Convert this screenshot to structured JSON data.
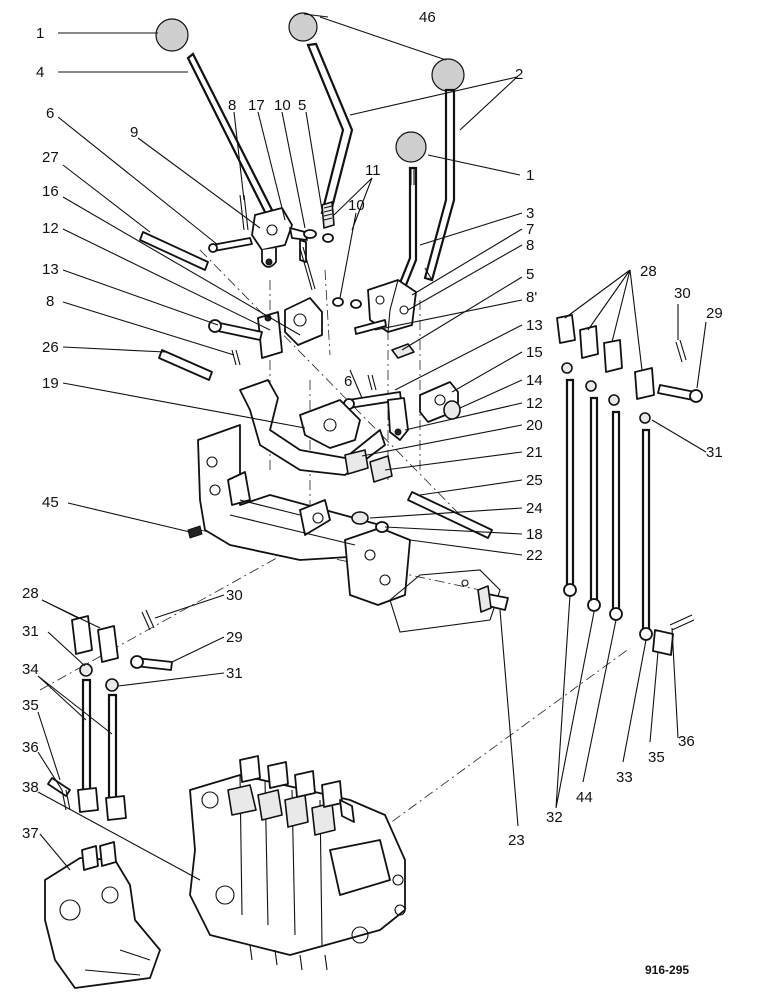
{
  "figure_ref": "916-295",
  "callouts": [
    {
      "id": "c1a",
      "text": "1"
    },
    {
      "id": "c46",
      "text": "46"
    },
    {
      "id": "c4",
      "text": "4"
    },
    {
      "id": "c2",
      "text": "2"
    },
    {
      "id": "c8a",
      "text": "8"
    },
    {
      "id": "c17",
      "text": "17"
    },
    {
      "id": "c10a",
      "text": "10"
    },
    {
      "id": "c5a",
      "text": "5"
    },
    {
      "id": "c6a",
      "text": "6"
    },
    {
      "id": "c9",
      "text": "9"
    },
    {
      "id": "c1b",
      "text": "1"
    },
    {
      "id": "c11",
      "text": "11"
    },
    {
      "id": "c27",
      "text": "27"
    },
    {
      "id": "c10b",
      "text": "10"
    },
    {
      "id": "c16",
      "text": "16"
    },
    {
      "id": "c3",
      "text": "3"
    },
    {
      "id": "c7",
      "text": "7"
    },
    {
      "id": "c8b",
      "text": "8"
    },
    {
      "id": "c12a",
      "text": "12"
    },
    {
      "id": "c28a",
      "text": "28"
    },
    {
      "id": "c5b",
      "text": "5"
    },
    {
      "id": "c13a",
      "text": "13"
    },
    {
      "id": "c8c",
      "text": "8'"
    },
    {
      "id": "c30a",
      "text": "30"
    },
    {
      "id": "c29a",
      "text": "29"
    },
    {
      "id": "c8d",
      "text": "8"
    },
    {
      "id": "c13b",
      "text": "13"
    },
    {
      "id": "c26",
      "text": "26"
    },
    {
      "id": "c15",
      "text": "15"
    },
    {
      "id": "c6b",
      "text": "6"
    },
    {
      "id": "c14",
      "text": "14"
    },
    {
      "id": "c19",
      "text": "19"
    },
    {
      "id": "c12b",
      "text": "12"
    },
    {
      "id": "c20",
      "text": "20"
    },
    {
      "id": "c31a",
      "text": "31"
    },
    {
      "id": "c21",
      "text": "21"
    },
    {
      "id": "c25",
      "text": "25"
    },
    {
      "id": "c45",
      "text": "45"
    },
    {
      "id": "c24",
      "text": "24"
    },
    {
      "id": "c18",
      "text": "18"
    },
    {
      "id": "c22",
      "text": "22"
    },
    {
      "id": "c28b",
      "text": "28"
    },
    {
      "id": "c30b",
      "text": "30"
    },
    {
      "id": "c31b",
      "text": "31"
    },
    {
      "id": "c29b",
      "text": "29"
    },
    {
      "id": "c31c",
      "text": "31"
    },
    {
      "id": "c34",
      "text": "34"
    },
    {
      "id": "c35a",
      "text": "35"
    },
    {
      "id": "c36a",
      "text": "36"
    },
    {
      "id": "c38",
      "text": "38"
    },
    {
      "id": "c36b",
      "text": "36"
    },
    {
      "id": "c35b",
      "text": "35"
    },
    {
      "id": "c33",
      "text": "33"
    },
    {
      "id": "c44",
      "text": "44"
    },
    {
      "id": "c32",
      "text": "32"
    },
    {
      "id": "c23",
      "text": "23"
    },
    {
      "id": "c37",
      "text": "37"
    }
  ]
}
